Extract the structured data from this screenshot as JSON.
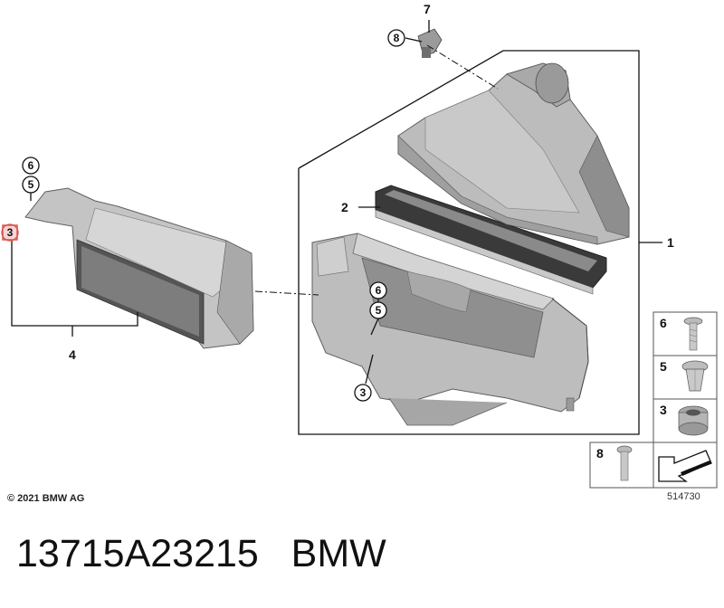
{
  "diagram": {
    "part_labels": {
      "p1": "1",
      "p2": "2",
      "p4": "4",
      "p7": "7"
    },
    "circle_labels": {
      "c8_top": "8",
      "c6_left": "6",
      "c5_left": "5",
      "c3_left": "3",
      "c6_mid": "6",
      "c5_mid": "5",
      "c3_mid": "3"
    },
    "legend": {
      "row6": "6",
      "row5": "5",
      "row3": "3",
      "row8": "8"
    },
    "copyright": "© 2021 BMW AG",
    "drawing_number": "514730"
  },
  "footer": {
    "part_number": "13715A23215",
    "brand": "BMW"
  },
  "colors": {
    "part_gray": "#b8b8b8",
    "part_dark": "#7a7a7a",
    "part_light": "#d9d9d9",
    "highlight": "#d9534f"
  }
}
